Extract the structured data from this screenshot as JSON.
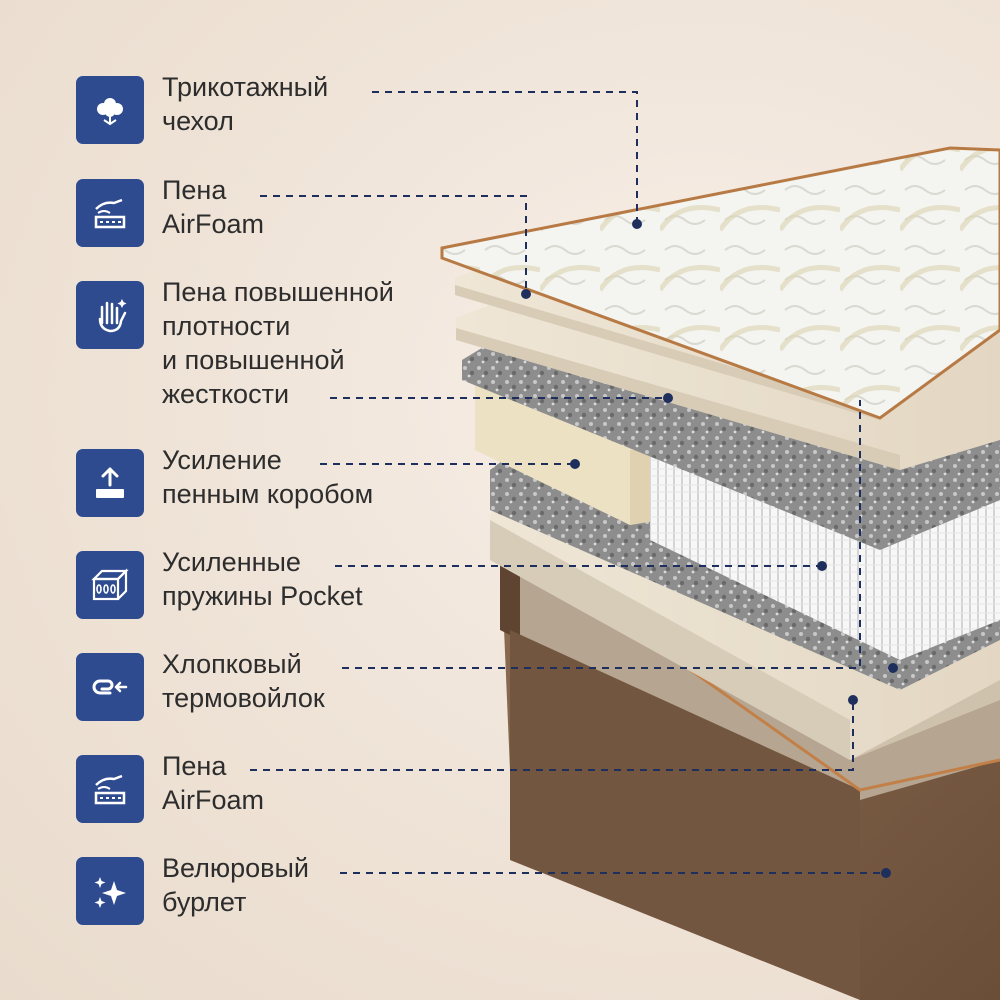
{
  "features": [
    {
      "icon": "cotton-icon",
      "label": "Трикотажный\nчехол"
    },
    {
      "icon": "hand-foam-icon",
      "label": "Пена\nAirFoam"
    },
    {
      "icon": "hand-press-icon",
      "label": "Пена повышенной\nплотности\nи повышенной\nжесткости"
    },
    {
      "icon": "upload-box-icon",
      "label": "Усиление\nпенным коробом"
    },
    {
      "icon": "spring-block-icon",
      "label": "Усиленные\nпружины Pocket"
    },
    {
      "icon": "fiber-icon",
      "label": "Хлопковый\nтермовойлок"
    },
    {
      "icon": "hand-foam-icon",
      "label": "Пена\nAirFoam"
    },
    {
      "icon": "sparkle-icon",
      "label": "Велюровый\nбурлет"
    }
  ],
  "colors": {
    "icon_bg": "#2f4b8f",
    "leader": "#1e2f5e",
    "text": "#2d2d2d",
    "velour": "#7a5c44"
  }
}
